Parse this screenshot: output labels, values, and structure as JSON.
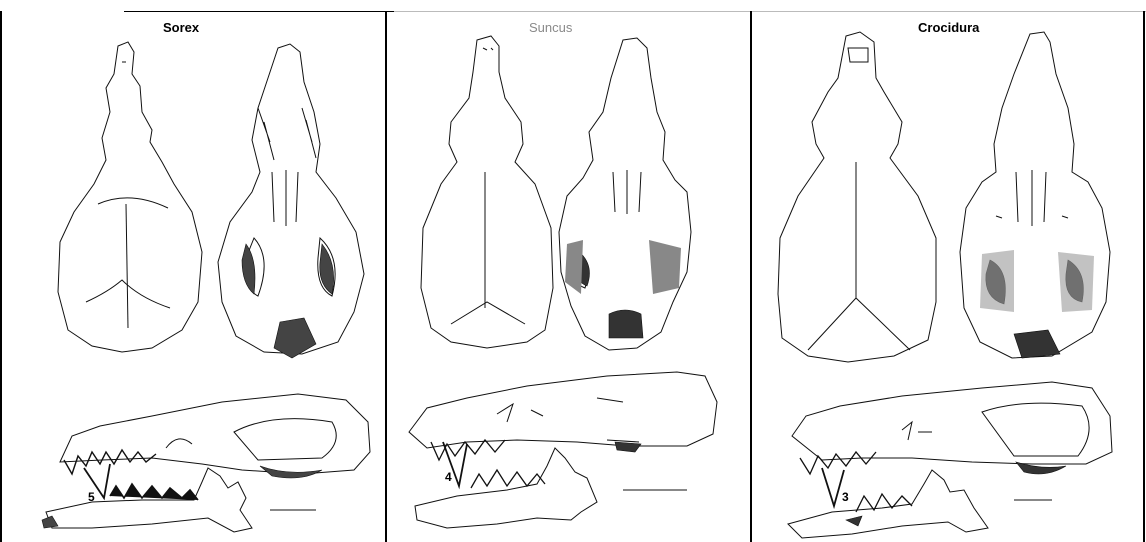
{
  "panels": [
    {
      "genus": "Sorex",
      "tooth_count_label": "5"
    },
    {
      "genus": "Suncus",
      "tooth_count_label": "4"
    },
    {
      "genus": "Crocidura",
      "tooth_count_label": "3"
    }
  ]
}
